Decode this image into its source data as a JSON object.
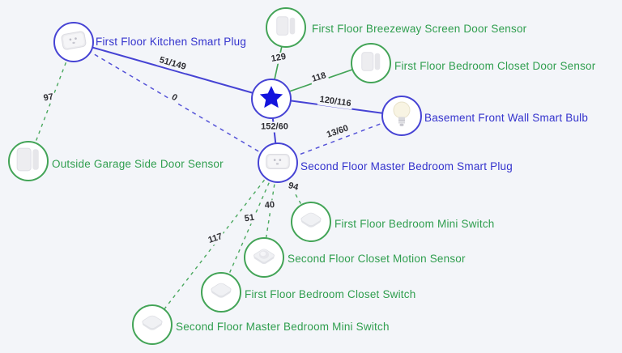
{
  "diagram": {
    "type": "smart-home-mesh-network-graph",
    "colors": {
      "accent_blue": "#3433cd",
      "accent_green": "#2f9e4e",
      "edge_blue": "#4643d4",
      "edge_green": "#43a457",
      "edge_label_text": "#2e2e33",
      "background": "#f3f5f9",
      "node_fill": "#ffffff",
      "hub_star": "#1414dd"
    }
  },
  "nodes": [
    {
      "id": "hub",
      "label": "",
      "icon": "hub-star-icon",
      "color": "blue"
    },
    {
      "id": "kitchen-plug",
      "label": "First Floor Kitchen Smart Plug",
      "icon": "smart-plug-icon",
      "color": "blue"
    },
    {
      "id": "breezeway-sensor",
      "label": "First Floor Breezeway Screen Door Sensor",
      "icon": "door-sensor-icon",
      "color": "green"
    },
    {
      "id": "closet-door-sensor",
      "label": "First Floor Bedroom Closet Door Sensor",
      "icon": "door-sensor-icon",
      "color": "green"
    },
    {
      "id": "basement-bulb",
      "label": "Basement Front Wall Smart Bulb",
      "icon": "light-bulb-icon",
      "color": "blue"
    },
    {
      "id": "garage-sensor",
      "label": "Outside Garage Side Door Sensor",
      "icon": "door-sensor-icon",
      "color": "green"
    },
    {
      "id": "master-plug",
      "label": "Second Floor Master Bedroom Smart Plug",
      "icon": "smart-plug-icon",
      "color": "blue"
    },
    {
      "id": "bedroom-mini-switch",
      "label": "First Floor Bedroom Mini Switch",
      "icon": "mini-switch-icon",
      "color": "green"
    },
    {
      "id": "closet-motion-sensor",
      "label": "Second Floor Closet Motion Sensor",
      "icon": "motion-sensor-icon",
      "color": "green"
    },
    {
      "id": "bedroom-closet-switch",
      "label": "First Floor Bedroom Closet Switch",
      "icon": "mini-switch-icon",
      "color": "green"
    },
    {
      "id": "master-mini-switch",
      "label": "Second Floor Master Bedroom Mini Switch",
      "icon": "mini-switch-icon",
      "color": "green"
    }
  ],
  "edges": [
    {
      "from": "kitchen-plug",
      "to": "hub",
      "value": "51/149",
      "style": "solid",
      "color": "blue"
    },
    {
      "from": "hub",
      "to": "breezeway-sensor",
      "value": "129",
      "style": "solid",
      "color": "green"
    },
    {
      "from": "hub",
      "to": "closet-door-sensor",
      "value": "118",
      "style": "solid",
      "color": "green"
    },
    {
      "from": "hub",
      "to": "basement-bulb",
      "value": "120/116",
      "style": "solid",
      "color": "blue"
    },
    {
      "from": "hub",
      "to": "master-plug",
      "value": "152/60",
      "style": "solid",
      "color": "blue"
    },
    {
      "from": "kitchen-plug",
      "to": "garage-sensor",
      "value": "97",
      "style": "dashed",
      "color": "green"
    },
    {
      "from": "kitchen-plug",
      "to": "master-plug",
      "value": "0",
      "style": "dashed",
      "color": "blue"
    },
    {
      "from": "master-plug",
      "to": "basement-bulb",
      "value": "13/60",
      "style": "dashed",
      "color": "blue"
    },
    {
      "from": "master-plug",
      "to": "bedroom-mini-switch",
      "value": "94",
      "style": "dashed",
      "color": "green"
    },
    {
      "from": "master-plug",
      "to": "closet-motion-sensor",
      "value": "40",
      "style": "dashed",
      "color": "green"
    },
    {
      "from": "master-plug",
      "to": "bedroom-closet-switch",
      "value": "51",
      "style": "dashed",
      "color": "green"
    },
    {
      "from": "master-plug",
      "to": "master-mini-switch",
      "value": "117",
      "style": "dashed",
      "color": "green"
    }
  ]
}
